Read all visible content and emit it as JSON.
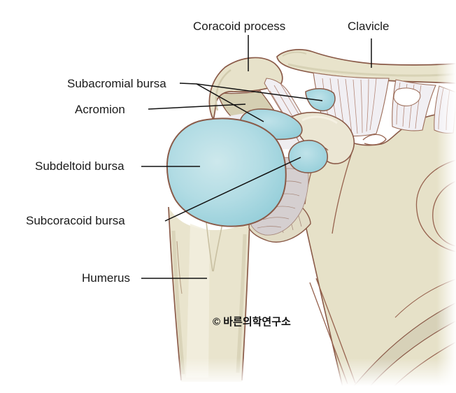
{
  "diagram": {
    "labels": [
      {
        "id": "coracoid-process",
        "text": "Coracoid process"
      },
      {
        "id": "clavicle",
        "text": "Clavicle"
      },
      {
        "id": "subacromial-bursa",
        "text": "Subacromial bursa"
      },
      {
        "id": "acromion",
        "text": "Acromion"
      },
      {
        "id": "subdeltoid-bursa",
        "text": "Subdeltoid bursa"
      },
      {
        "id": "subcoracoid-bursa",
        "text": "Subcoracoid bursa"
      },
      {
        "id": "humerus",
        "text": "Humerus"
      }
    ],
    "copyright": "© 바른의학연구소",
    "colors": {
      "background": "#ffffff",
      "bone": "#e8e3cb",
      "bone_shade": "#d6d0b4",
      "bone_highlight": "#f2eede",
      "outline": "#8a5a48",
      "ligament": "#f1eff3",
      "ligament_striation": "#b5897a",
      "capsule_gray": "#d5cfd0",
      "bursa_blue": "#a9d8e2",
      "bursa_blue_edge": "#8ccad6",
      "bursa_blue_light": "#cde8ec",
      "leader_line": "#111111",
      "label_text": "#1a1a1a"
    }
  }
}
